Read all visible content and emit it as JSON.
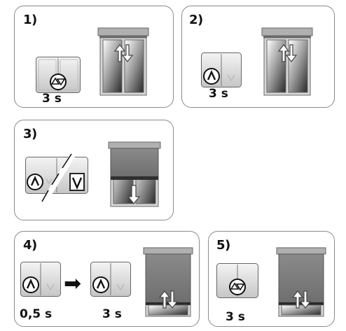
{
  "steps": [
    {
      "number": "1)",
      "duration": "3 s",
      "button_icon": "up-down-circle-icon",
      "blind_state": "open"
    },
    {
      "number": "2)",
      "duration": "3 s",
      "button_icon": "up-chevron-icon",
      "blind_state": "open"
    },
    {
      "number": "3)",
      "button_icons": [
        "up-chevron-icon",
        "down-chevron-icon"
      ],
      "blind_state": "half-closed"
    },
    {
      "number": "4)",
      "durations": [
        "0,5 s",
        "3 s"
      ],
      "arrow": "➡",
      "button_icon": "up-chevron-icon",
      "blind_state": "closed"
    },
    {
      "number": "5)",
      "duration": "3 s",
      "button_icon": "up-down-circle-icon",
      "blind_state": "closed"
    }
  ],
  "colors": {
    "border": "#8a8a8a",
    "blind": "#7a7a7a",
    "frame": "#9a9a9a"
  }
}
